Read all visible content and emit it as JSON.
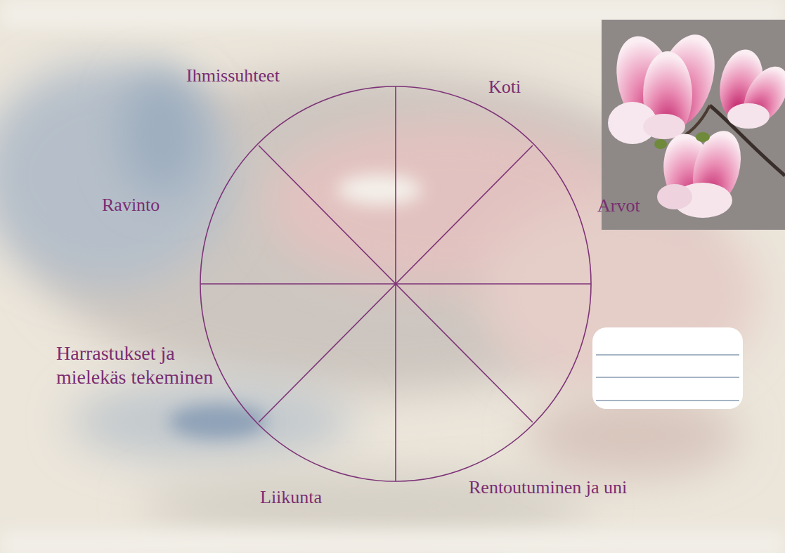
{
  "diagram": {
    "labels": [
      "Ihmissuhteet",
      "Koti",
      "Arvot",
      "Ravinto",
      "Harrastukset ja mielekäs tekeminen",
      "Liikunta",
      "Rentoutuminen ja uni"
    ]
  }
}
